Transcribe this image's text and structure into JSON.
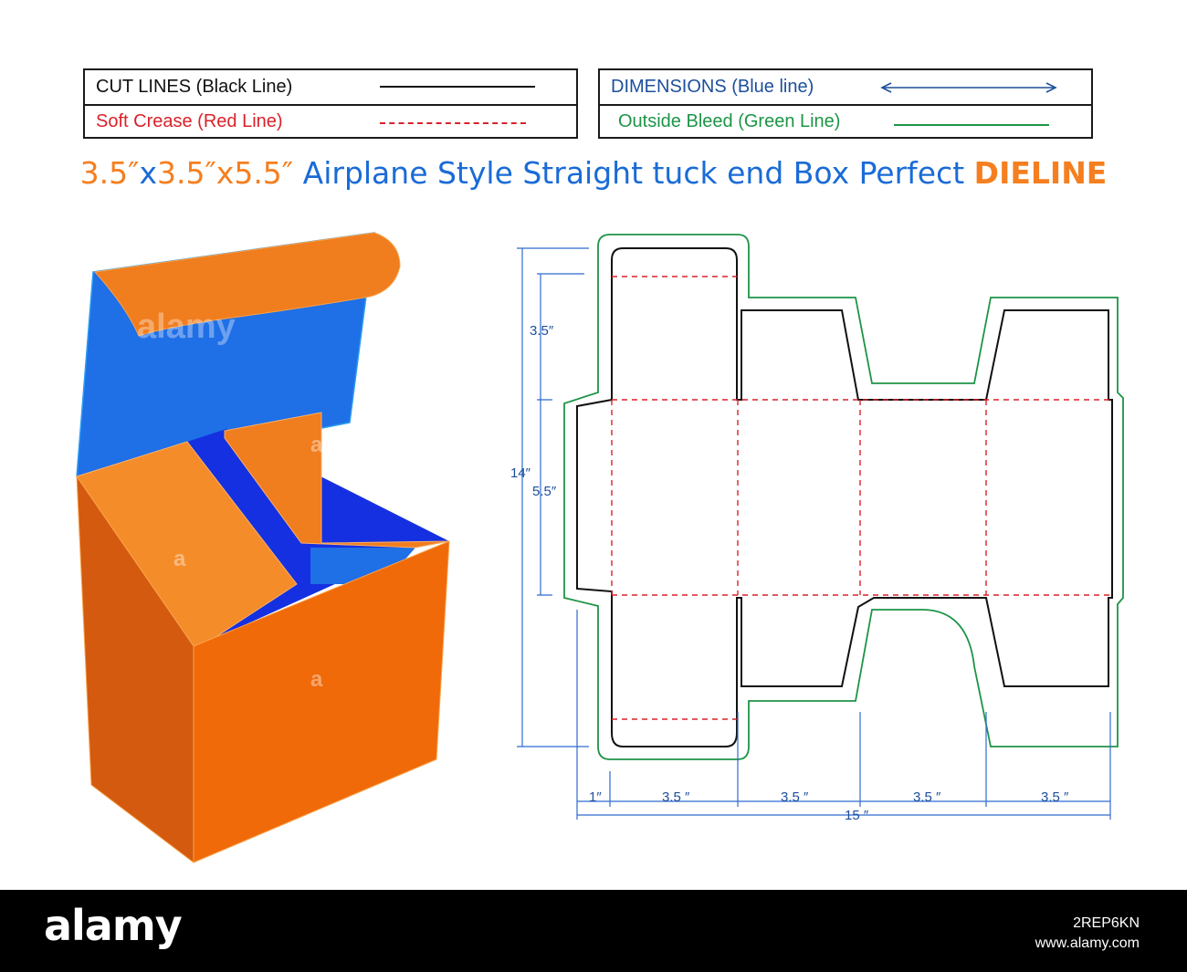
{
  "legend": {
    "cut_lines": {
      "label": "CUT LINES (Black Line)",
      "color": "#111111"
    },
    "soft_crease": {
      "label": "Soft Crease (Red Line)",
      "color": "#d9222a"
    },
    "dimensions": {
      "label": "DIMENSIONS (Blue line)",
      "color": "#1d4f9c"
    },
    "outside_bleed": {
      "label": "Outside Bleed (Green Line)",
      "color": "#1e9447"
    }
  },
  "title": {
    "size_a": "3.5″",
    "x1": "x",
    "size_b": "3.5″x5.5″",
    "middle": " Airplane Style Straight tuck end Box Perfect ",
    "dieline": "DIELINE"
  },
  "colors": {
    "orange": "#f07d1e",
    "orange_dark": "#d35a0e",
    "orange_light": "#f58c2a",
    "blue": "#1f6fe6",
    "blue_deep": "#1530e0",
    "title_blue": "#1a6bd6",
    "title_orange": "#f57f20"
  },
  "dims": {
    "height_total": "14″",
    "lid": "3.5″",
    "body": "5.5″",
    "glue_flap": "1″",
    "panel_1": "3.5 ″",
    "panel_2": "3.5 ″",
    "panel_3": "3.5 ″",
    "panel_4": "3.5 ″",
    "width_total": "15 ″"
  },
  "watermark": {
    "text": "alamy",
    "mark": "a"
  },
  "footer": {
    "logo": "alamy",
    "image_id": "2REP6KN",
    "site": "www.alamy.com"
  }
}
